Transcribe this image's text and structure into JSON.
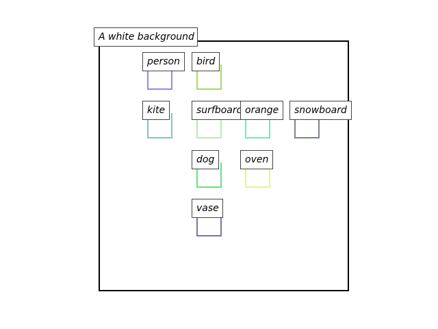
{
  "caption": "A white background",
  "objects": [
    {
      "label": "person",
      "color": "#9b86e0"
    },
    {
      "label": "bird",
      "color": "#a8d66a"
    },
    {
      "label": "kite",
      "color": "#8bbec8"
    },
    {
      "label": "surfboard",
      "color": "#bde6bb"
    },
    {
      "label": "orange",
      "color": "#82dfb6"
    },
    {
      "label": "snowboard",
      "color": "#7b8290"
    },
    {
      "label": "dog",
      "color": "#6edd86"
    },
    {
      "label": "oven",
      "color": "#dcf79a"
    },
    {
      "label": "vase",
      "color": "#7477a5"
    }
  ]
}
